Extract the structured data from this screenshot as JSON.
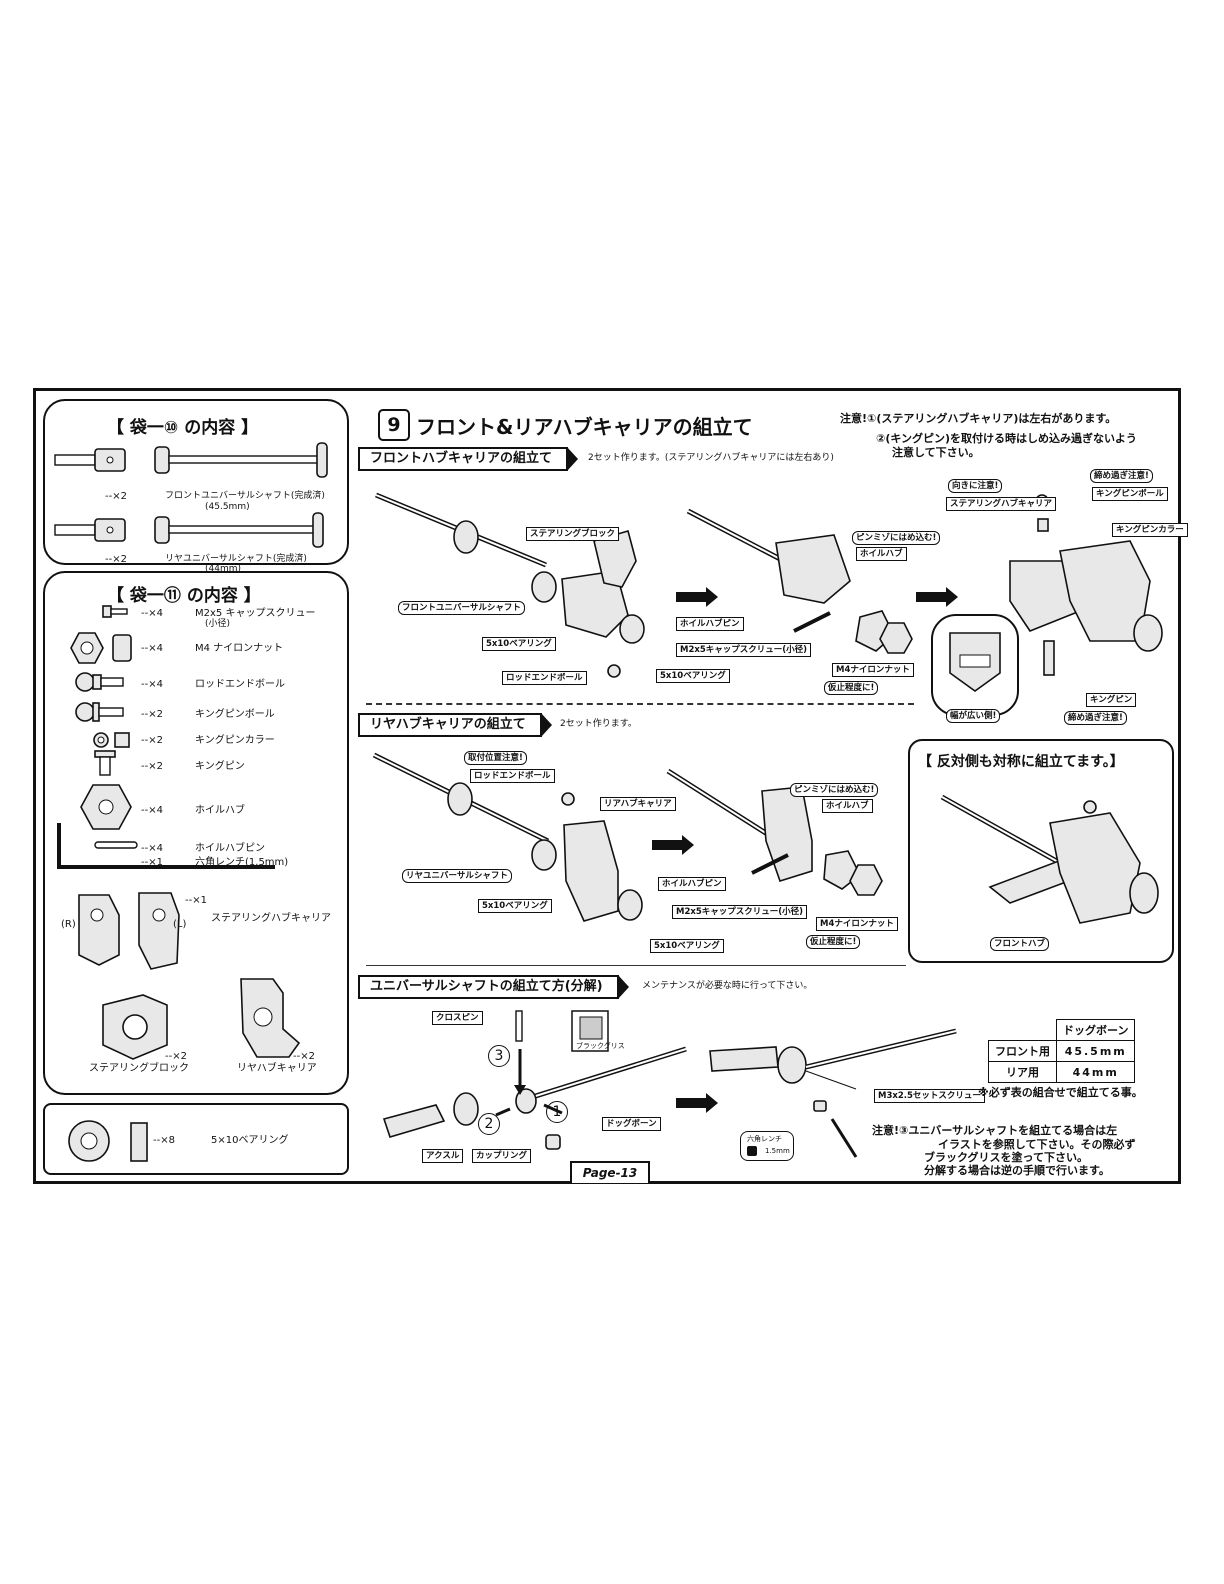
{
  "bag10": {
    "title": "【 袋一⑩ の内容 】",
    "items": [
      {
        "qty": "--×2",
        "name": "フロントユニバーサルシャフト(完成済)",
        "sub": "(45.5mm)"
      },
      {
        "qty": "--×2",
        "name": "リヤユニバーサルシャフト(完成済)",
        "sub": "(44mm)"
      }
    ]
  },
  "bag11": {
    "title": "【 袋一⑪ の内容 】",
    "items": [
      {
        "qty": "--×4",
        "name": "M2x5 キャップスクリュー",
        "sub": "(小径)"
      },
      {
        "qty": "--×4",
        "name": "M4 ナイロンナット"
      },
      {
        "qty": "--×4",
        "name": "ロッドエンドボール"
      },
      {
        "qty": "--×2",
        "name": "キングピンボール"
      },
      {
        "qty": "--×2",
        "name": "キングピンカラー"
      },
      {
        "qty": "--×2",
        "name": "キングピン"
      },
      {
        "qty": "--×4",
        "name": "ホイルハブ"
      },
      {
        "qty": "--×4",
        "name": "ホイルハブピン"
      },
      {
        "qty": "--×1",
        "name": "六角レンチ(1.5mm)"
      }
    ],
    "carrier_qty": "--×1",
    "carrier_name": "ステアリングハブキャリア",
    "r": "(R)",
    "l": "(L)",
    "block_qty": "--×2",
    "block_name": "ステアリングブロック",
    "rear_qty": "--×2",
    "rear_name": "リヤハブキャリア"
  },
  "bearing": {
    "qty": "--×8",
    "name": "5×10ベアリング"
  },
  "step": {
    "number": "9",
    "title": "フロント&リアハブキャリアの組立て",
    "note1": "注意!①(ステアリングハブキャリア)は左右があります。",
    "note2a": "②(キングピン)を取付ける時はしめ込み過ぎないよう",
    "note2b": "注意して下さい。"
  },
  "front": {
    "header": "フロントハブキャリアの組立て",
    "note": "2セット作ります。(ステアリングハブキャリアには左右あり)",
    "labels": {
      "steering_block": "ステアリングブロック",
      "front_shaft": "フロントユニバーサルシャフト",
      "bearing1": "5x10ベアリング",
      "bearing2": "5x10ベアリング",
      "rod_end": "ロッドエンドボール",
      "pin_warn": "ピンミゾにはめ込む!",
      "wheel_hub": "ホイルハブ",
      "hub_pin": "ホイルハブピン",
      "cap_screw": "M2x5キャップスクリュー(小径)",
      "nylon_nut": "M4ナイロンナット",
      "temp": "仮止程度に!",
      "direction": "向きに注意!",
      "carrier": "ステアリングハブキャリア",
      "tighten1": "締め過ぎ注意!",
      "kingpin_ball": "キングピンボール",
      "kingpin_collar": "キングピンカラー",
      "kingpin": "キングピン",
      "wide_side": "幅が広い側!",
      "tighten2": "締め過ぎ注意!"
    }
  },
  "rear": {
    "header": "リヤハブキャリアの組立て",
    "note": "2セット作ります。",
    "labels": {
      "position": "取付位置注意!",
      "rod_end": "ロッドエンドボール",
      "rear_carrier": "リアハブキャリア",
      "rear_shaft": "リヤユニバーサルシャフト",
      "bearing1": "5x10ベアリング",
      "bearing2": "5x10ベアリング",
      "pin_warn": "ピンミゾにはめ込む!",
      "wheel_hub": "ホイルハブ",
      "hub_pin": "ホイルハブピン",
      "cap_screw": "M2x5キャップスクリュー(小径)",
      "nylon_nut": "M4ナイロンナット",
      "temp": "仮止程度に!"
    }
  },
  "symmetric": {
    "title": "【 反対側も対称に組立てます。】",
    "label": "フロントハブ"
  },
  "universal": {
    "header": "ユニバーサルシャフトの組立て方(分解)",
    "note": "メンテナンスが必要な時に行って下さい。",
    "labels": {
      "cross_pin": "クロスピン",
      "grease": "ブラックグリス",
      "axle": "アクスル",
      "coupling": "カップリング",
      "dogbone": "ドッグボーン",
      "set_screw": "M3x2.5セットスクリュー",
      "wrench": "六角レンチ",
      "wrench_size": "1.5mm",
      "n1": "1",
      "n2": "2",
      "n3": "3"
    },
    "table": {
      "header": "ドッグボーン",
      "rows": [
        {
          "label": "フロント用",
          "value": "45.5mm"
        },
        {
          "label": "リア用",
          "value": "44mm"
        }
      ],
      "footnote": "※必ず表の組合せで組立てる事。"
    },
    "note3a": "注意!③ユニバーサルシャフトを組立てる場合は左",
    "note3b": "イラストを参照して下さい。その際必ず",
    "note3c": "ブラックグリスを塗って下さい。",
    "note3d": "分解する場合は逆の手順で行います。"
  },
  "page": "Page-13"
}
